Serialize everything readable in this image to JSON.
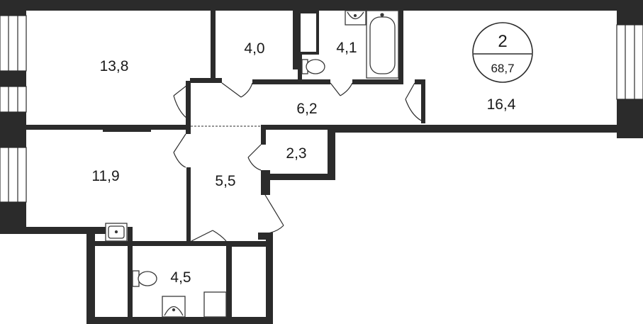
{
  "plan": {
    "badge": {
      "rooms": "2",
      "total_area": "68,7"
    },
    "rooms": [
      {
        "id": "room-13-8",
        "area": "13,8"
      },
      {
        "id": "room-4-0",
        "area": "4,0"
      },
      {
        "id": "bathroom-4-1",
        "area": "4,1"
      },
      {
        "id": "room-16-4",
        "area": "16,4"
      },
      {
        "id": "hall-6-2",
        "area": "6,2"
      },
      {
        "id": "storage-2-3",
        "area": "2,3"
      },
      {
        "id": "room-11-9",
        "area": "11,9"
      },
      {
        "id": "hall-5-5",
        "area": "5,5"
      },
      {
        "id": "bathroom-4-5",
        "area": "4,5"
      }
    ],
    "colors": {
      "wall": "#2b2b2b",
      "fixture": "#3a3a3a",
      "background": "#ffffff"
    }
  }
}
